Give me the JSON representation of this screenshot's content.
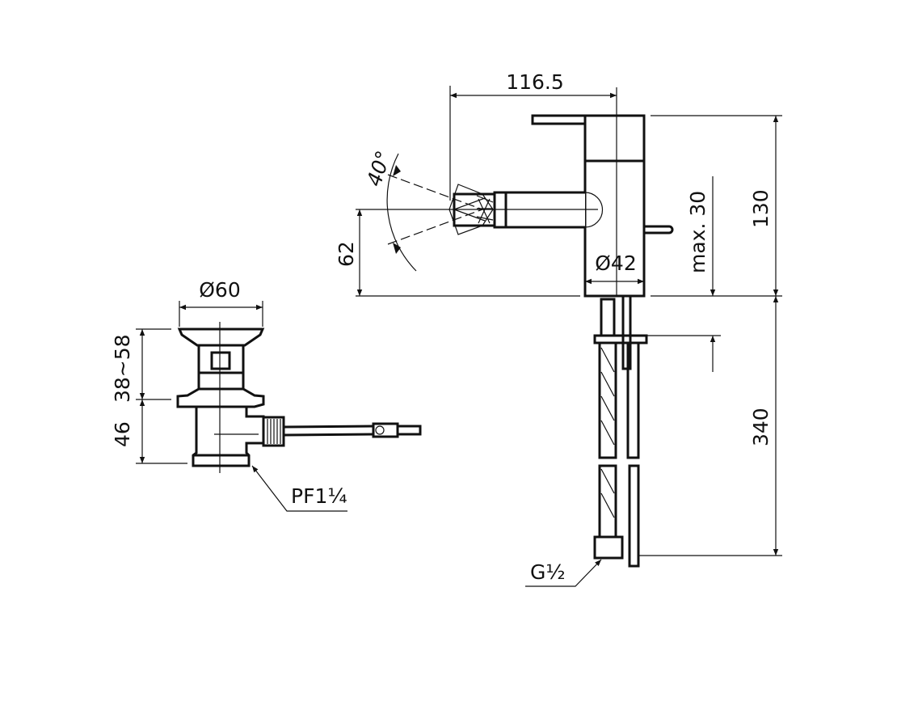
{
  "bidet_mixer": {
    "dim_spout_reach": "116.5",
    "dim_spray_angle": "40°",
    "dim_spout_height": "62",
    "dim_body_diameter": "Ø42",
    "dim_max_deck_thickness": "max. 30",
    "dim_total_height": "130",
    "dim_hose_length": "340",
    "thread_connection": "G½"
  },
  "pop_up_waste": {
    "dim_diameter": "Ø60",
    "dim_adjust_range": "38~58",
    "dim_lower_height": "46",
    "thread_connection": "PF1¼"
  },
  "colors": {
    "line": "#111111",
    "background": "#ffffff"
  }
}
